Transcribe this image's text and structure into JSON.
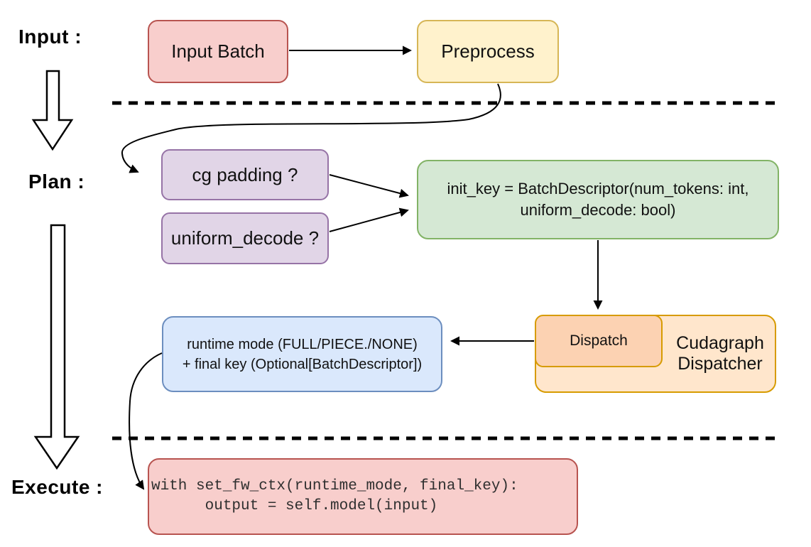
{
  "diagram": {
    "title_hint": "cudagraph dispatch flow",
    "phases": {
      "input_label": "Input :",
      "plan_label": "Plan :",
      "execute_label": "Execute :"
    },
    "nodes": {
      "input_batch": {
        "label": "Input Batch",
        "fill": "#f8cecc",
        "stroke": "#b85450"
      },
      "preprocess": {
        "label": "Preprocess",
        "fill": "#fff2cc",
        "stroke": "#d6b656"
      },
      "cg_padding": {
        "label": "cg padding ?",
        "fill": "#e1d5e7",
        "stroke": "#9673a6"
      },
      "uniform_decode": {
        "label": "uniform_decode ?",
        "fill": "#e1d5e7",
        "stroke": "#9673a6"
      },
      "init_key": {
        "line1": "init_key = BatchDescriptor(num_tokens: int,",
        "line2": "uniform_decode: bool)",
        "fill": "#d5e8d4",
        "stroke": "#82b366"
      },
      "dispatch": {
        "label": "Dispatch",
        "fill": "#fcd2b2",
        "stroke": "#d79b00"
      },
      "cudagraph_dispatcher": {
        "line1": "Cudagraph",
        "line2": "Dispatcher",
        "fill": "#ffe6cc",
        "stroke": "#d79b00"
      },
      "runtime_mode": {
        "line1": "runtime mode (FULL/PIECE./NONE)",
        "line2": "+ final key (Optional[BatchDescriptor])",
        "fill": "#dae8fc",
        "stroke": "#6c8ebf"
      },
      "execute_code": {
        "line1": "with set_fw_ctx(runtime_mode, final_key):",
        "line2": "      output = self.model(input)",
        "fill": "#f8cecc",
        "stroke": "#b85450"
      }
    }
  }
}
